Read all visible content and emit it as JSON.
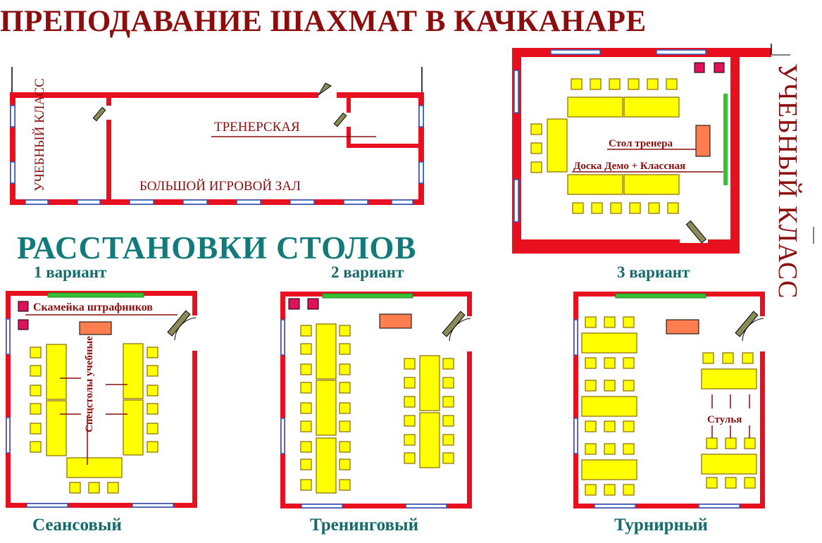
{
  "page": {
    "title": "ПРЕПОДАВАНИЕ ШАХМАТ В КАЧКАНАРЕ",
    "section_title": "РАССТАНОВКИ  СТОЛОВ"
  },
  "floorplan": {
    "classroom_label": "УЧЕБНЫЙ КЛАСС",
    "coach_room_label": "ТРЕНЕРСКАЯ",
    "hall_label": "БОЛЬШОЙ ИГРОВОЙ ЗАЛ"
  },
  "classroom_plan": {
    "side_label": "УЧЕБНЫЙ КЛАСС",
    "coach_table_label": "Стол тренера",
    "board_label": "Доска Демо + Классная",
    "variant": "3 вариант"
  },
  "layouts": [
    {
      "variant": "1 вариант",
      "caption": "Сеансовый",
      "penalty_bench_label": "Скамейка штрафников",
      "special_tables_label": "Спецстолы учебные"
    },
    {
      "variant": "2 вариант",
      "caption": "Тренинговый"
    },
    {
      "variant": "3 вариант",
      "caption": "Турнирный",
      "chairs_label": "Стулья"
    }
  ],
  "colors": {
    "wall": "#e8101e",
    "title": "#8b0d0d",
    "teal": "#117a7a",
    "table_fill": "#ffff00",
    "table_stroke": "#8a6a00",
    "coach_table": "#ff7e4f",
    "board": "#36c236",
    "bench": "#e0105a",
    "window": "#1f5fc8",
    "door": "#8b8b5a",
    "label_line": "#8b0d0d"
  }
}
